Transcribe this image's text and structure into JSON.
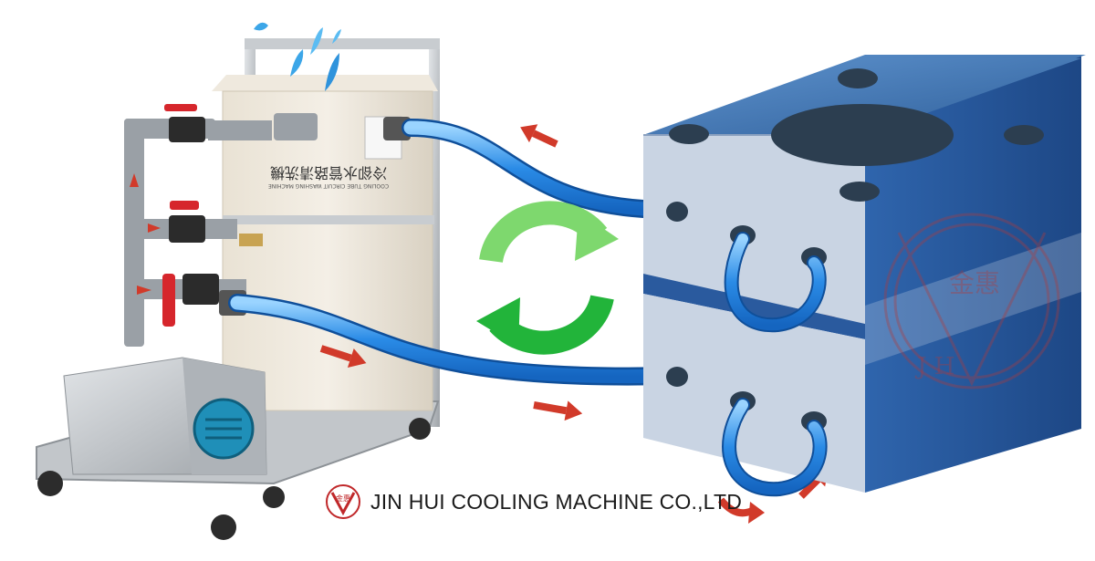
{
  "company": {
    "name": "JIN HUI COOLING MACHINE CO.,LTD",
    "logo_letters": "J H",
    "logo_mark": "金惠"
  },
  "machine": {
    "tank_label": "冷卻水管路清洗機",
    "tank_sublabel": "COOLING TUBE CIRCUIT WASHING MACHINE"
  },
  "colors": {
    "hose": "#2a8be6",
    "arrow": "#d13a2a",
    "cycle_light": "#7ed86e",
    "cycle_dark": "#22b43a",
    "mold_top": "#3f77b8",
    "mold_face": "#c9d4e3",
    "steel": "#b9bdc2"
  },
  "icons": [
    "water-splash-icon",
    "cycle-arrows-icon",
    "flow-arrow-icon",
    "company-logo-icon"
  ]
}
